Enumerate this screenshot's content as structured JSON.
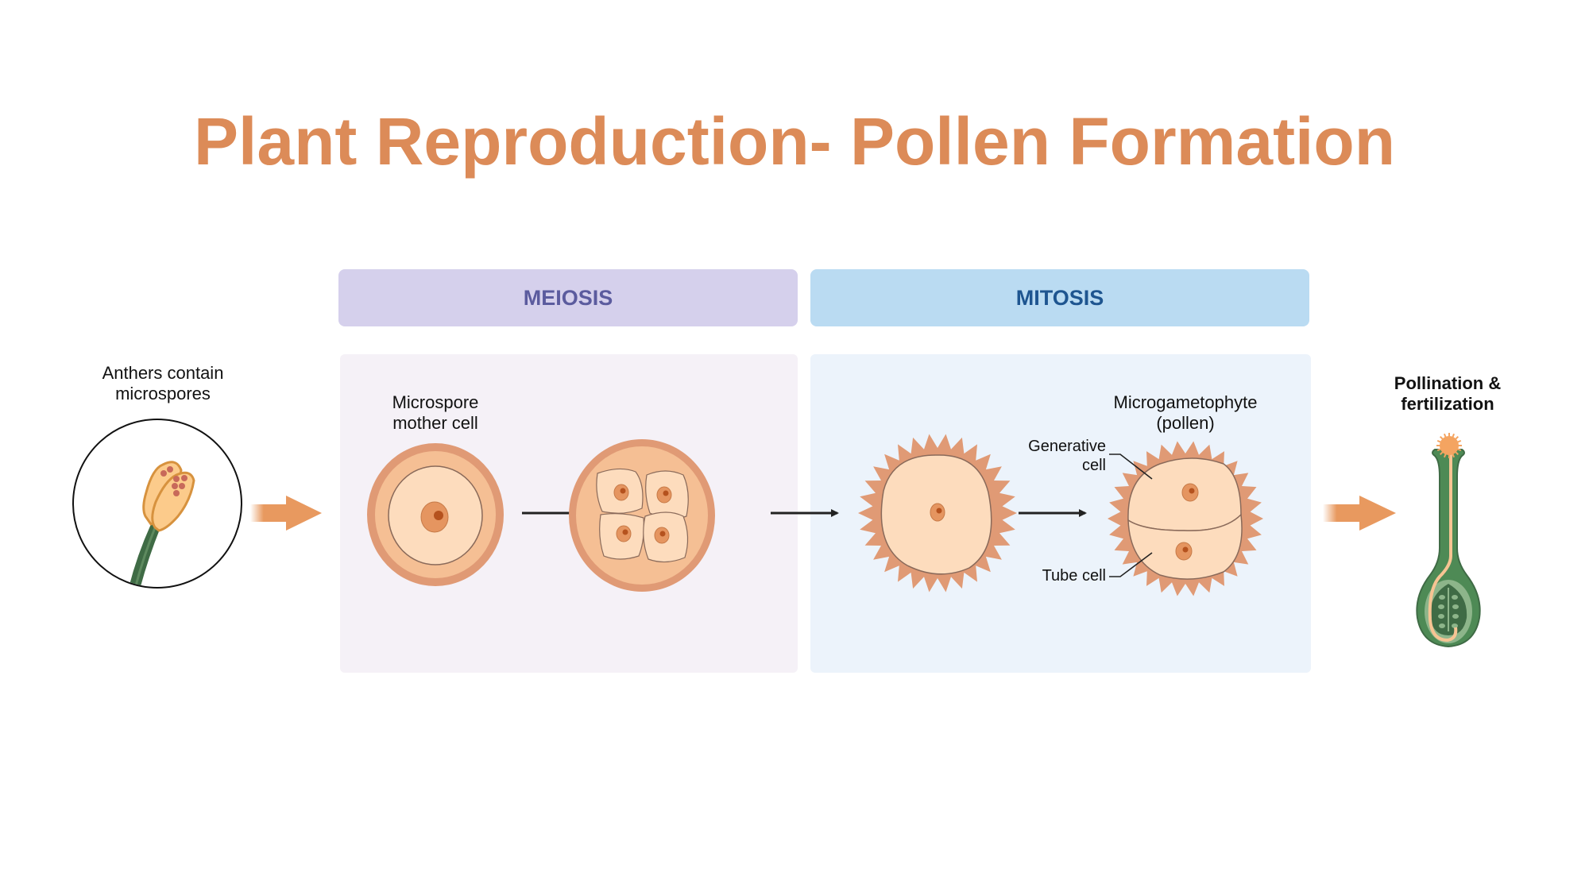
{
  "title": "Plant Reproduction- Pollen Formation",
  "phases": {
    "meiosis": {
      "label": "MEIOSIS",
      "bar_color": "#D5D0EC",
      "text_color": "#5B5B9E",
      "panel_color": "#F5F1F7"
    },
    "mitosis": {
      "label": "MITOSIS",
      "bar_color": "#BADBF2",
      "text_color": "#1E5590",
      "panel_color": "#ECF3FB"
    }
  },
  "labels": {
    "anthers": [
      "Anthers contain",
      "microspores"
    ],
    "microspore_mother_cell": [
      "Microspore",
      "mother cell"
    ],
    "microgametophyte": [
      "Microgametophyte",
      "(pollen)"
    ],
    "generative_cell": [
      "Generative",
      "cell"
    ],
    "tube_cell": "Tube cell",
    "pollination": [
      "Pollination &",
      "fertilization"
    ]
  },
  "colors": {
    "accent": "#DC8B58",
    "arrow_orange": "#E8995F",
    "cell_wall": "#E09A75",
    "cell_fill": "#FDDCBD",
    "cell_mid": "#F5BF94",
    "nucleus": "#E59560",
    "nucleolus": "#B5521E",
    "stem_green": "#3F6B45",
    "pistil_green": "#4E8A55"
  },
  "stages": [
    "anther",
    "microspore-mother-cell",
    "tetrad",
    "microspore",
    "pollen-grain",
    "pistil"
  ]
}
